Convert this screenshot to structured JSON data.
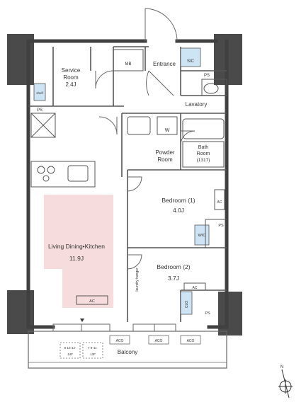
{
  "rooms": {
    "service_room": {
      "name_line1": "Service",
      "name_line2": "Room",
      "size": "2.4J"
    },
    "ms": "MB",
    "entrance": "Entrance",
    "sic": "SIC",
    "ps_entrance": "PS",
    "shelf": "shelf",
    "ps_service": "PS",
    "lavatory": "Lavatory",
    "w": "W",
    "powder": {
      "line1": "Powder",
      "line2": "Room"
    },
    "bath": {
      "line1": "Bath",
      "line2": "Room",
      "line3": "(1317)"
    },
    "bedroom1": {
      "name": "Bedroom (1)",
      "size": "4.0J"
    },
    "ac_bed1": "AC",
    "wic": "WIC",
    "ps_bed1": "PS",
    "ldk": {
      "name": "Living Dining•Kitchen",
      "size": "11.9J"
    },
    "ac_ldk": "AC",
    "laundry": "laundry hanger",
    "bedroom2": {
      "name": "Bedroom (2)",
      "size": "3.7J"
    },
    "ac_bed2": "AC",
    "clo": "CLO",
    "ps_bed2": "PS",
    "balcony": "Balcony",
    "aco1": "ACO",
    "aco2": "ACO",
    "aco3": "ACO",
    "sign1_line1": "8·10·12·",
    "sign1_line2": "14F",
    "sign2_line1": "7·9·11·",
    "sign2_line2": "13F"
  },
  "compass": {
    "label": "N"
  },
  "colors": {
    "ldk_fill": "#f6dcdc",
    "closet_fill": "#cde4f4",
    "wall": "#404040",
    "line": "#555555"
  }
}
